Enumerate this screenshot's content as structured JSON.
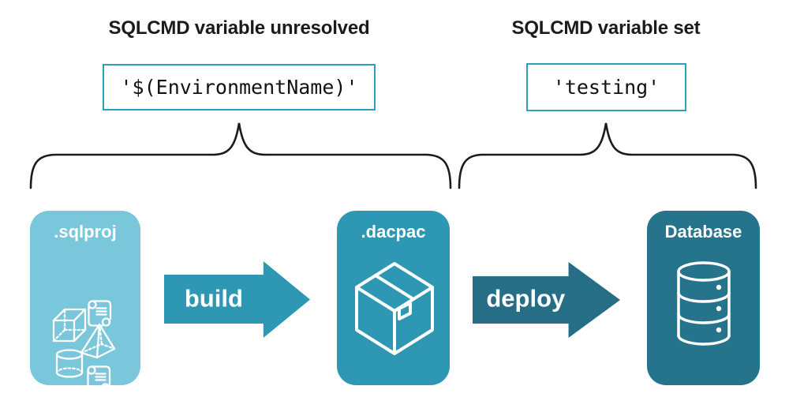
{
  "diagram": {
    "annotations": {
      "left": {
        "heading": "SQLCMD variable unresolved",
        "code": "'$(EnvironmentName)'"
      },
      "right": {
        "heading": "SQLCMD variable set",
        "code": "'testing'"
      }
    },
    "pipeline": {
      "nodes": [
        {
          "id": "sqlproj",
          "label": ".sqlproj",
          "icon": "sql-objects-icon",
          "color": "#7AC6DB"
        },
        {
          "id": "dacpac",
          "label": ".dacpac",
          "icon": "package-icon",
          "color": "#2E97B4"
        },
        {
          "id": "database",
          "label": "Database",
          "icon": "database-icon",
          "color": "#26748C"
        }
      ],
      "arrows": [
        {
          "label": "build",
          "color": "#2E97B4"
        },
        {
          "label": "deploy",
          "color": "#256E86"
        }
      ]
    },
    "colors": {
      "background": "#FFFFFF",
      "heading_text": "#1B1B1B",
      "code_text": "#111111",
      "code_box_border": "#2E9FBF",
      "brace": "#1B1B1B",
      "card_text": "#FFFFFF"
    }
  }
}
